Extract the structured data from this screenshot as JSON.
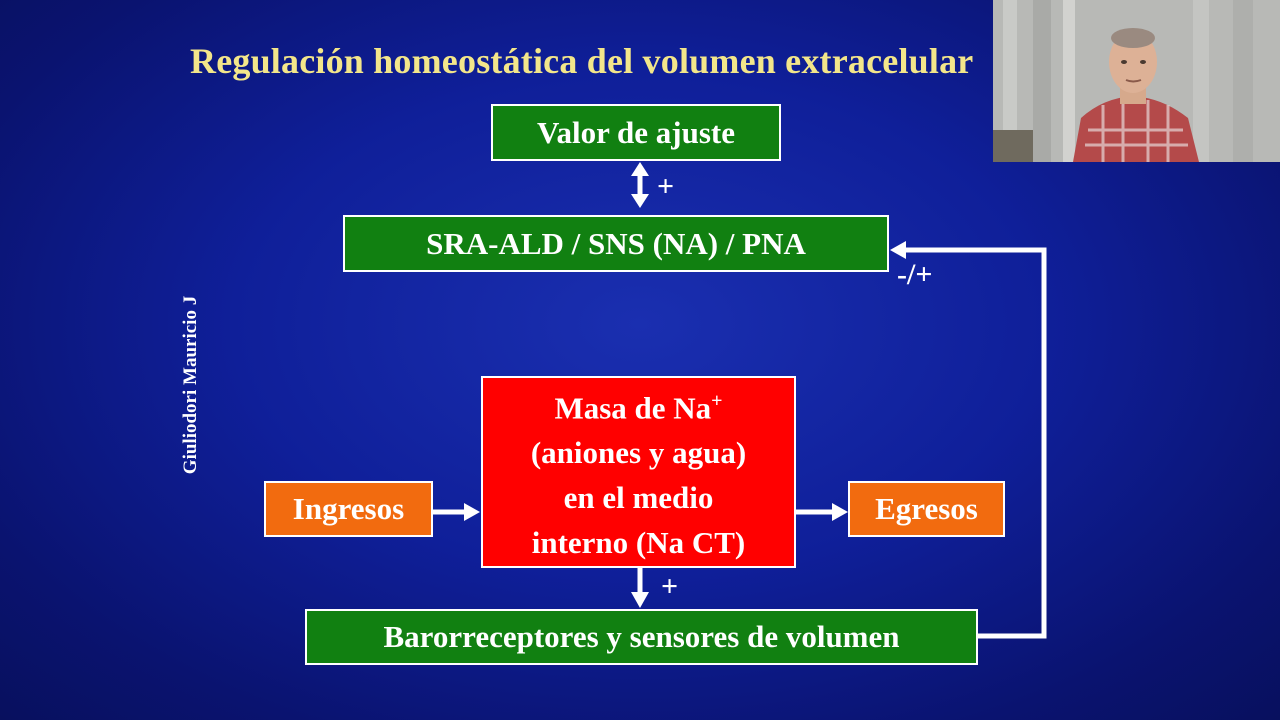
{
  "slide": {
    "title": "Regulación homeostática del volumen extracelular",
    "author": "Giuliodori Mauricio J"
  },
  "boxes": {
    "set_point": "Valor de ajuste",
    "effectors": "SRA-ALD / SNS (NA) / PNA",
    "sodium_mass": {
      "line1": "Masa de Na",
      "line1_sup": "+",
      "line2": "(aniones y agua)",
      "line3": "en el medio",
      "line4": "interno (Na CT)"
    },
    "inputs": "Ingresos",
    "outputs": "Egresos",
    "sensors": "Barorreceptores y sensores de volumen"
  },
  "signs": {
    "setpoint_to_effectors": "+",
    "feedback": "-/+",
    "mass_to_sensors": "+"
  },
  "colors": {
    "background": "#0f1f99",
    "title": "#f3e68a",
    "green_box": "#118011",
    "orange_box": "#f26b0f",
    "red_box": "#ff0000"
  },
  "webcam": {
    "subject": "presenter-video"
  }
}
